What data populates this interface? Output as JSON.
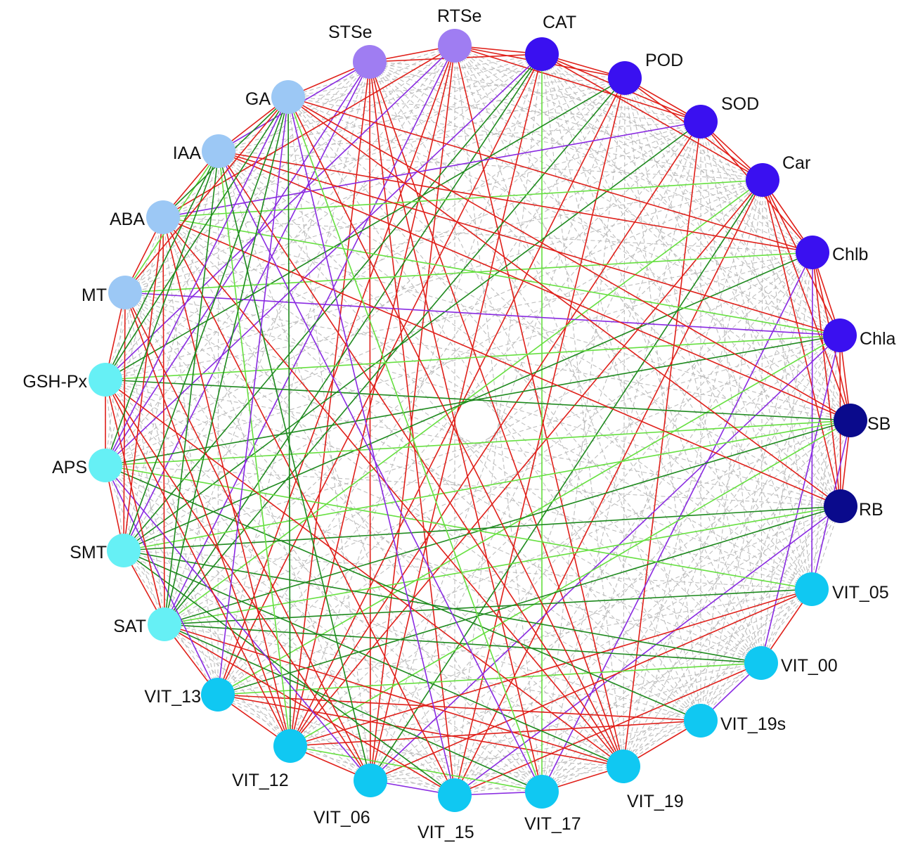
{
  "colors": {
    "background": "#ffffff",
    "grey_edge": "#b8b8b8",
    "red_edge": "#e0201a",
    "dark_green_edge": "#1e8a1e",
    "light_green_edge": "#66e040",
    "purple_edge": "#8a2be2",
    "purple_node": "#9f7df2",
    "blue_node": "#3a10f0",
    "navy_node": "#0a0a8c",
    "light_blue_node": "#9cc8f5",
    "cyan_node": "#66f0f5",
    "sky_node": "#10c8f2"
  },
  "nodes": [
    {
      "id": "STSe",
      "label": "STSe",
      "group": "purple_node"
    },
    {
      "id": "RTSe",
      "label": "RTSe",
      "group": "purple_node"
    },
    {
      "id": "CAT",
      "label": "CAT",
      "group": "blue_node"
    },
    {
      "id": "POD",
      "label": "POD",
      "group": "blue_node"
    },
    {
      "id": "SOD",
      "label": "SOD",
      "group": "blue_node"
    },
    {
      "id": "Car",
      "label": "Car",
      "group": "blue_node"
    },
    {
      "id": "Chlb",
      "label": "Chlb",
      "group": "blue_node"
    },
    {
      "id": "Chla",
      "label": "Chla",
      "group": "blue_node"
    },
    {
      "id": "SB",
      "label": "SB",
      "group": "navy_node"
    },
    {
      "id": "RB",
      "label": "RB",
      "group": "navy_node"
    },
    {
      "id": "VIT_05",
      "label": "VIT_05",
      "group": "sky_node"
    },
    {
      "id": "VIT_00",
      "label": "VIT_00",
      "group": "sky_node"
    },
    {
      "id": "VIT_19s",
      "label": "VIT_19s",
      "group": "sky_node"
    },
    {
      "id": "VIT_19",
      "label": "VIT_19",
      "group": "sky_node"
    },
    {
      "id": "VIT_17",
      "label": "VIT_17",
      "group": "sky_node"
    },
    {
      "id": "VIT_15",
      "label": "VIT_15",
      "group": "sky_node"
    },
    {
      "id": "VIT_06",
      "label": "VIT_06",
      "group": "sky_node"
    },
    {
      "id": "VIT_12",
      "label": "VIT_12",
      "group": "sky_node"
    },
    {
      "id": "VIT_13",
      "label": "VIT_13",
      "group": "sky_node"
    },
    {
      "id": "SAT",
      "label": "SAT",
      "group": "cyan_node"
    },
    {
      "id": "SMT",
      "label": "SMT",
      "group": "cyan_node"
    },
    {
      "id": "APS",
      "label": "APS",
      "group": "cyan_node"
    },
    {
      "id": "GSH-Px",
      "label": "GSH-Px",
      "group": "cyan_node"
    },
    {
      "id": "MT",
      "label": "MT",
      "group": "light_blue_node"
    },
    {
      "id": "ABA",
      "label": "ABA",
      "group": "light_blue_node"
    },
    {
      "id": "IAA",
      "label": "IAA",
      "group": "light_blue_node"
    },
    {
      "id": "GA",
      "label": "GA",
      "group": "light_blue_node"
    }
  ],
  "edges": [
    [
      "STSe",
      "RTSe",
      "red_edge"
    ],
    [
      "STSe",
      "CAT",
      "red_edge"
    ],
    [
      "STSe",
      "GA",
      "red_edge"
    ],
    [
      "STSe",
      "VIT_12",
      "red_edge"
    ],
    [
      "STSe",
      "VIT_06",
      "red_edge"
    ],
    [
      "STSe",
      "VIT_19",
      "red_edge"
    ],
    [
      "STSe",
      "IAA",
      "purple_edge"
    ],
    [
      "STSe",
      "SMT",
      "purple_edge"
    ],
    [
      "STSe",
      "APS",
      "purple_edge"
    ],
    [
      "STSe",
      "VIT_17",
      "red_edge"
    ],
    [
      "STSe",
      "VIT_15",
      "red_edge"
    ],
    [
      "RTSe",
      "CAT",
      "red_edge"
    ],
    [
      "RTSe",
      "POD",
      "red_edge"
    ],
    [
      "RTSe",
      "SOD",
      "red_edge"
    ],
    [
      "RTSe",
      "VIT_12",
      "red_edge"
    ],
    [
      "RTSe",
      "VIT_19",
      "red_edge"
    ],
    [
      "RTSe",
      "VIT_13",
      "red_edge"
    ],
    [
      "RTSe",
      "SAT",
      "purple_edge"
    ],
    [
      "RTSe",
      "GSH-Px",
      "purple_edge"
    ],
    [
      "RTSe",
      "ABA",
      "red_edge"
    ],
    [
      "RTSe",
      "VIT_06",
      "red_edge"
    ],
    [
      "CAT",
      "POD",
      "red_edge"
    ],
    [
      "CAT",
      "SOD",
      "red_edge"
    ],
    [
      "CAT",
      "Car",
      "red_edge"
    ],
    [
      "CAT",
      "VIT_17",
      "light_green_edge"
    ],
    [
      "CAT",
      "VIT_06",
      "red_edge"
    ],
    [
      "CAT",
      "VIT_13",
      "red_edge"
    ],
    [
      "CAT",
      "SAT",
      "dark_green_edge"
    ],
    [
      "CAT",
      "SMT",
      "dark_green_edge"
    ],
    [
      "CAT",
      "APS",
      "purple_edge"
    ],
    [
      "POD",
      "SOD",
      "red_edge"
    ],
    [
      "POD",
      "Car",
      "red_edge"
    ],
    [
      "POD",
      "VIT_12",
      "red_edge"
    ],
    [
      "POD",
      "VIT_15",
      "red_edge"
    ],
    [
      "POD",
      "SAT",
      "dark_green_edge"
    ],
    [
      "POD",
      "GSH-Px",
      "dark_green_edge"
    ],
    [
      "SOD",
      "Car",
      "red_edge"
    ],
    [
      "SOD",
      "Chlb",
      "red_edge"
    ],
    [
      "SOD",
      "ABA",
      "purple_edge"
    ],
    [
      "SOD",
      "VIT_19",
      "red_edge"
    ],
    [
      "SOD",
      "VIT_12",
      "red_edge"
    ],
    [
      "SOD",
      "SMT",
      "dark_green_edge"
    ],
    [
      "Car",
      "Chlb",
      "red_edge"
    ],
    [
      "Car",
      "Chla",
      "red_edge"
    ],
    [
      "Car",
      "SB",
      "red_edge"
    ],
    [
      "Car",
      "RB",
      "red_edge"
    ],
    [
      "Car",
      "ABA",
      "light_green_edge"
    ],
    [
      "Car",
      "SAT",
      "light_green_edge"
    ],
    [
      "Car",
      "VIT_15",
      "red_edge"
    ],
    [
      "Car",
      "VIT_06",
      "dark_green_edge"
    ],
    [
      "Car",
      "VIT_12",
      "red_edge"
    ],
    [
      "Chlb",
      "Chla",
      "red_edge"
    ],
    [
      "Chlb",
      "SB",
      "red_edge"
    ],
    [
      "Chlb",
      "RB",
      "red_edge"
    ],
    [
      "Chlb",
      "GA",
      "red_edge"
    ],
    [
      "Chlb",
      "IAA",
      "red_edge"
    ],
    [
      "Chlb",
      "MT",
      "light_green_edge"
    ],
    [
      "Chlb",
      "VIT_17",
      "purple_edge"
    ],
    [
      "Chlb",
      "SMT",
      "dark_green_edge"
    ],
    [
      "Chlb",
      "VIT_05",
      "purple_edge"
    ],
    [
      "Chla",
      "SB",
      "red_edge"
    ],
    [
      "Chla",
      "RB",
      "red_edge"
    ],
    [
      "Chla",
      "MT",
      "purple_edge"
    ],
    [
      "Chla",
      "ABA",
      "light_green_edge"
    ],
    [
      "Chla",
      "IAA",
      "red_edge"
    ],
    [
      "Chla",
      "VIT_13",
      "light_green_edge"
    ],
    [
      "Chla",
      "VIT_06",
      "purple_edge"
    ],
    [
      "Chla",
      "APS",
      "dark_green_edge"
    ],
    [
      "Chla",
      "GSH-Px",
      "light_green_edge"
    ],
    [
      "Chla",
      "VIT_00",
      "purple_edge"
    ],
    [
      "SB",
      "RB",
      "red_edge"
    ],
    [
      "SB",
      "GA",
      "red_edge"
    ],
    [
      "SB",
      "IAA",
      "red_edge"
    ],
    [
      "SB",
      "APS",
      "light_green_edge"
    ],
    [
      "SB",
      "SMT",
      "light_green_edge"
    ],
    [
      "SB",
      "SAT",
      "dark_green_edge"
    ],
    [
      "SB",
      "GSH-Px",
      "dark_green_edge"
    ],
    [
      "SB",
      "VIT_12",
      "light_green_edge"
    ],
    [
      "SB",
      "VIT_05",
      "purple_edge"
    ],
    [
      "RB",
      "GA",
      "red_edge"
    ],
    [
      "RB",
      "SMT",
      "dark_green_edge"
    ],
    [
      "RB",
      "SAT",
      "light_green_edge"
    ],
    [
      "RB",
      "VIT_13",
      "dark_green_edge"
    ],
    [
      "RB",
      "ABA",
      "red_edge"
    ],
    [
      "RB",
      "VIT_15",
      "purple_edge"
    ],
    [
      "VIT_05",
      "VIT_00",
      "red_edge"
    ],
    [
      "VIT_05",
      "SAT",
      "dark_green_edge"
    ],
    [
      "VIT_05",
      "APS",
      "light_green_edge"
    ],
    [
      "VIT_05",
      "VIT_12",
      "red_edge"
    ],
    [
      "VIT_05",
      "VIT_06",
      "red_edge"
    ],
    [
      "VIT_00",
      "VIT_19s",
      "purple_edge"
    ],
    [
      "VIT_00",
      "SAT",
      "dark_green_edge"
    ],
    [
      "VIT_00",
      "VIT_13",
      "light_green_edge"
    ],
    [
      "VIT_00",
      "SMT",
      "dark_green_edge"
    ],
    [
      "VIT_00",
      "VIT_15",
      "red_edge"
    ],
    [
      "VIT_19s",
      "VIT_19",
      "red_edge"
    ],
    [
      "VIT_19s",
      "VIT_13",
      "red_edge"
    ],
    [
      "VIT_19s",
      "APS",
      "dark_green_edge"
    ],
    [
      "VIT_19s",
      "VIT_12",
      "red_edge"
    ],
    [
      "VIT_19",
      "VIT_17",
      "red_edge"
    ],
    [
      "VIT_19",
      "GA",
      "red_edge"
    ],
    [
      "VIT_19",
      "IAA",
      "red_edge"
    ],
    [
      "VIT_19",
      "SAT",
      "red_edge"
    ],
    [
      "VIT_19",
      "VIT_13",
      "red_edge"
    ],
    [
      "VIT_19",
      "GSH-Px",
      "red_edge"
    ],
    [
      "VIT_19",
      "SMT",
      "dark_green_edge"
    ],
    [
      "VIT_19",
      "ABA",
      "red_edge"
    ],
    [
      "VIT_17",
      "VIT_15",
      "purple_edge"
    ],
    [
      "VIT_17",
      "IAA",
      "purple_edge"
    ],
    [
      "VIT_17",
      "SAT",
      "dark_green_edge"
    ],
    [
      "VIT_17",
      "VIT_12",
      "light_green_edge"
    ],
    [
      "VIT_17",
      "GA",
      "light_green_edge"
    ],
    [
      "VIT_15",
      "VIT_06",
      "purple_edge"
    ],
    [
      "VIT_15",
      "GA",
      "purple_edge"
    ],
    [
      "VIT_15",
      "ABA",
      "red_edge"
    ],
    [
      "VIT_15",
      "SMT",
      "dark_green_edge"
    ],
    [
      "VIT_15",
      "SAT",
      "red_edge"
    ],
    [
      "VIT_06",
      "VIT_12",
      "red_edge"
    ],
    [
      "VIT_06",
      "APS",
      "purple_edge"
    ],
    [
      "VIT_06",
      "IAA",
      "dark_green_edge"
    ],
    [
      "VIT_06",
      "GSH-Px",
      "red_edge"
    ],
    [
      "VIT_06",
      "MT",
      "red_edge"
    ],
    [
      "VIT_12",
      "VIT_13",
      "red_edge"
    ],
    [
      "VIT_12",
      "MT",
      "red_edge"
    ],
    [
      "VIT_12",
      "GSH-Px",
      "red_edge"
    ],
    [
      "VIT_12",
      "ABA",
      "red_edge"
    ],
    [
      "VIT_12",
      "GA",
      "dark_green_edge"
    ],
    [
      "VIT_12",
      "IAA",
      "light_green_edge"
    ],
    [
      "VIT_13",
      "SAT",
      "red_edge"
    ],
    [
      "VIT_13",
      "GA",
      "purple_edge"
    ],
    [
      "VIT_13",
      "APS",
      "purple_edge"
    ],
    [
      "SAT",
      "SMT",
      "red_edge"
    ],
    [
      "SAT",
      "GA",
      "dark_green_edge"
    ],
    [
      "SAT",
      "IAA",
      "dark_green_edge"
    ],
    [
      "SAT",
      "ABA",
      "red_edge"
    ],
    [
      "SAT",
      "GSH-Px",
      "red_edge"
    ],
    [
      "SMT",
      "APS",
      "red_edge"
    ],
    [
      "SMT",
      "GA",
      "dark_green_edge"
    ],
    [
      "SMT",
      "MT",
      "red_edge"
    ],
    [
      "SMT",
      "ABA",
      "red_edge"
    ],
    [
      "APS",
      "GSH-Px",
      "red_edge"
    ],
    [
      "APS",
      "IAA",
      "dark_green_edge"
    ],
    [
      "APS",
      "GA",
      "purple_edge"
    ],
    [
      "GSH-Px",
      "MT",
      "red_edge"
    ],
    [
      "GSH-Px",
      "GA",
      "dark_green_edge"
    ],
    [
      "GSH-Px",
      "IAA",
      "dark_green_edge"
    ],
    [
      "MT",
      "ABA",
      "red_edge"
    ],
    [
      "MT",
      "IAA",
      "light_green_edge"
    ],
    [
      "MT",
      "GA",
      "red_edge"
    ],
    [
      "ABA",
      "IAA",
      "red_edge"
    ],
    [
      "ABA",
      "GA",
      "dark_green_edge"
    ],
    [
      "IAA",
      "GA",
      "red_edge"
    ]
  ]
}
